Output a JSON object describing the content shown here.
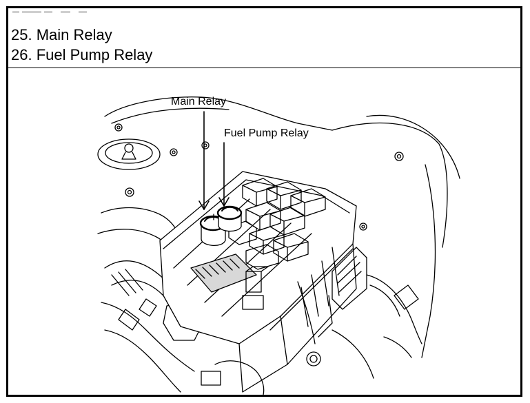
{
  "header": {
    "line1": "25. Main Relay",
    "line2": "26. Fuel Pump Relay"
  },
  "figure": {
    "callouts": {
      "main_relay": "Main Relay",
      "fuel_pump_relay": "Fuel Pump Relay"
    }
  },
  "colors": {
    "ink": "#000000",
    "paper": "#ffffff",
    "shade": "#d8d8d8"
  }
}
